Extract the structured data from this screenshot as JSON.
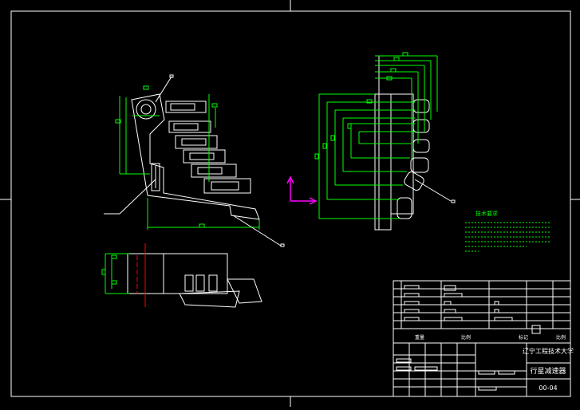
{
  "drawing": {
    "title_block": {
      "company": "辽宁工程技术大学",
      "part_name": "行星减速器",
      "drawing_number": "00-04",
      "col_weight": "重量",
      "col_ratio": "比例",
      "col_mark": "标记",
      "col_scale": "比例"
    },
    "tech_note_title": "技术要求",
    "colors": {
      "background": "#000000",
      "line": "#ffffff",
      "dimension": "#00ff00",
      "centerline": "#ff0000",
      "axis": "#ff00ff"
    }
  }
}
